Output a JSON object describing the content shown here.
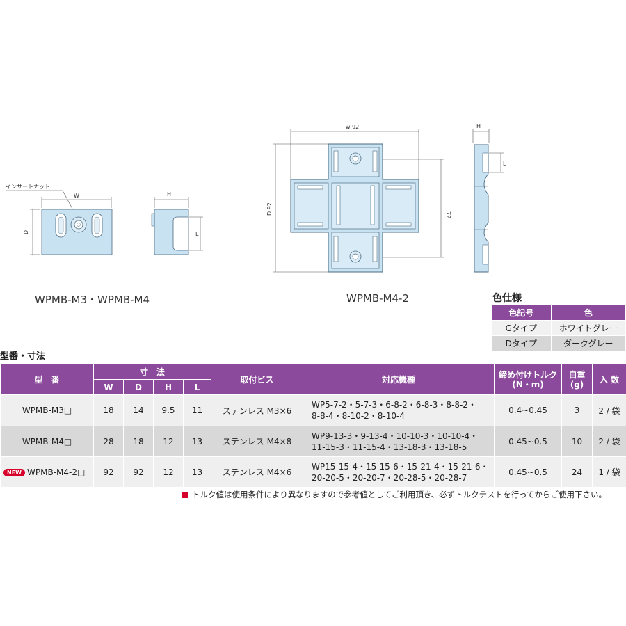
{
  "drawings": {
    "left_labels": {
      "insert_nut": "インサートナット",
      "w": "W",
      "d": "D",
      "h": "H",
      "l": "L"
    },
    "right_labels": {
      "w92": "w 92",
      "d92": "D 92",
      "dim72": "72",
      "h": "H",
      "l": "L"
    },
    "caption_left": "WPMB-M3・WPMB-M4",
    "caption_right": "WPMB-M4-2"
  },
  "color_spec": {
    "title": "色仕様",
    "headers": [
      "色記号",
      "色"
    ],
    "rows": [
      [
        "Gタイプ",
        "ホワイトグレー"
      ],
      [
        "Dタイプ",
        "ダークグレー"
      ]
    ]
  },
  "spec_table": {
    "title": "型番・寸法",
    "headers": {
      "model": "型　番",
      "dims": "寸　法",
      "w": "W",
      "d": "D",
      "h": "H",
      "l": "L",
      "screw": "取付ビス",
      "machines": "対応機種",
      "torque_line1": "締め付けトルク",
      "torque_line2": "(N・m)",
      "weight_line1": "自重",
      "weight_line2": "(g)",
      "qty": "入 数"
    },
    "rows": [
      {
        "model": "WPMB-M3□",
        "w": "18",
        "d": "14",
        "h": "9.5",
        "l": "11",
        "screw": "ステンレス M3×6",
        "machines_line1": "WP5-7-2・5-7-3・6-8-2・6-8-3・8-8-2・",
        "machines_line2": "8-8-4・8-10-2・8-10-4",
        "torque": "0.4~0.45",
        "weight": "3",
        "qty": "2 / 袋"
      },
      {
        "model": "WPMB-M4□",
        "w": "28",
        "d": "18",
        "h": "12",
        "l": "13",
        "screw": "ステンレス M4×8",
        "machines_line1": "WP9-13-3・9-13-4・10-10-3・10-10-4・",
        "machines_line2": "11-15-3・11-15-4・13-18-3・13-18-5",
        "torque": "0.45~0.5",
        "weight": "10",
        "qty": "2 / 袋"
      },
      {
        "badge": "NEW",
        "model": "WPMB-M4-2□",
        "w": "92",
        "d": "92",
        "h": "12",
        "l": "13",
        "screw": "ステンレス M4×6",
        "machines_line1": "WP15-15-4・15-15-6・15-21-4・15-21-6・",
        "machines_line2": "20-20-5・20-20-7・20-28-5・20-28-7",
        "torque": "0.45~0.5",
        "weight": "24",
        "qty": "1 / 袋"
      }
    ]
  },
  "note": "トルク値は使用条件により異なりますので参考値としてご利用頂き、必ずトルクテストを行ってからご使用下さい。",
  "colors": {
    "accent": "#8b4a9b",
    "part_fill": "#c9e2f2",
    "part_stroke": "#4a6a80",
    "badge": "#d7002a"
  }
}
